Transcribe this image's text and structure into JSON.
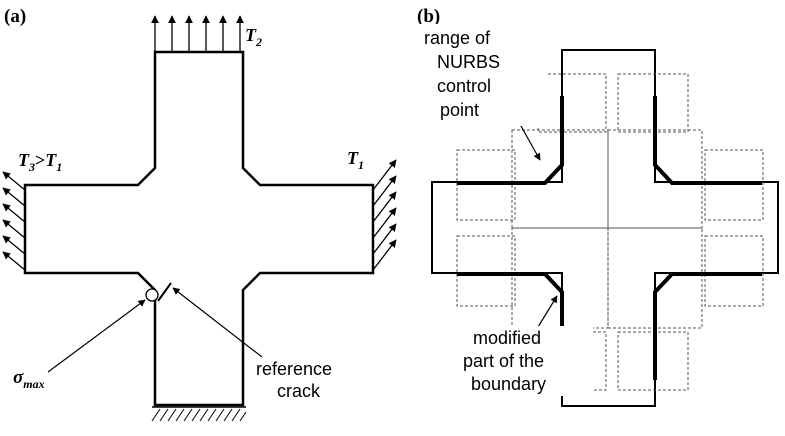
{
  "panel_a": {
    "label": "(a)",
    "load_top": {
      "symbol": "T",
      "subscript": "2"
    },
    "load_left": {
      "symbol": "T",
      "subscript": "3",
      "relation": ">",
      "compare_symbol": "T",
      "compare_subscript": "1"
    },
    "load_right": {
      "symbol": "T",
      "subscript": "1"
    },
    "stress_label": {
      "symbol": "σ",
      "subscript": "max"
    },
    "crack_label": [
      "reference",
      "crack"
    ]
  },
  "panel_b": {
    "label": "(b)",
    "control_point_label": [
      "range of",
      "NURBS",
      "control",
      "point"
    ],
    "boundary_label": [
      "modified",
      "part of the",
      "boundary"
    ]
  }
}
